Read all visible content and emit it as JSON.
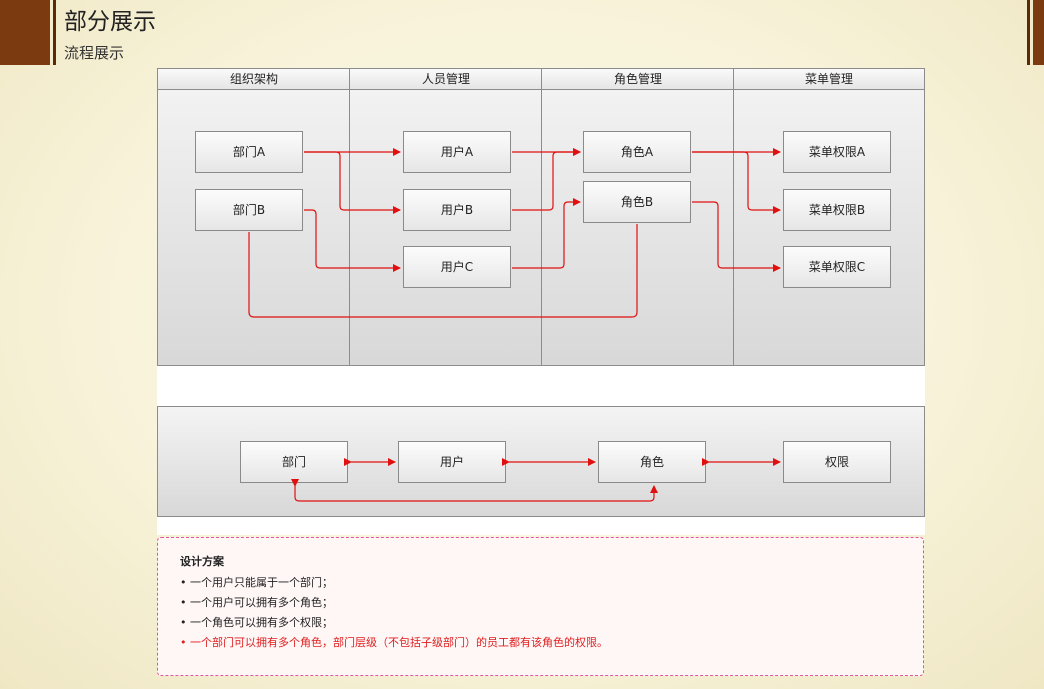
{
  "header": {
    "title": "部分展示",
    "subtitle": "流程展示"
  },
  "diagram1": {
    "lanes": [
      "组织架构",
      "人员管理",
      "角色管理",
      "菜单管理"
    ],
    "departments": [
      "部门A",
      "部门B"
    ],
    "users": [
      "用户A",
      "用户B",
      "用户C"
    ],
    "roles": [
      "角色A",
      "角色B"
    ],
    "menus": [
      "菜单权限A",
      "菜单权限B",
      "菜单权限C"
    ]
  },
  "diagram2": {
    "nodes": [
      "部门",
      "用户",
      "角色",
      "权限"
    ]
  },
  "notes": {
    "title": "设计方案",
    "items": [
      "• 一个用户只能属于一个部门；",
      "• 一个用户可以拥有多个角色；",
      "• 一个角色可以拥有多个权限；",
      "• 一个部门可以拥有多个角色，部门层级（不包括子级部门）的员工都有该角色的权限。"
    ]
  },
  "colors": {
    "accent_brown": "#7b3a10",
    "arrow_red": "#e01010",
    "highlight_red": "#e02020"
  }
}
